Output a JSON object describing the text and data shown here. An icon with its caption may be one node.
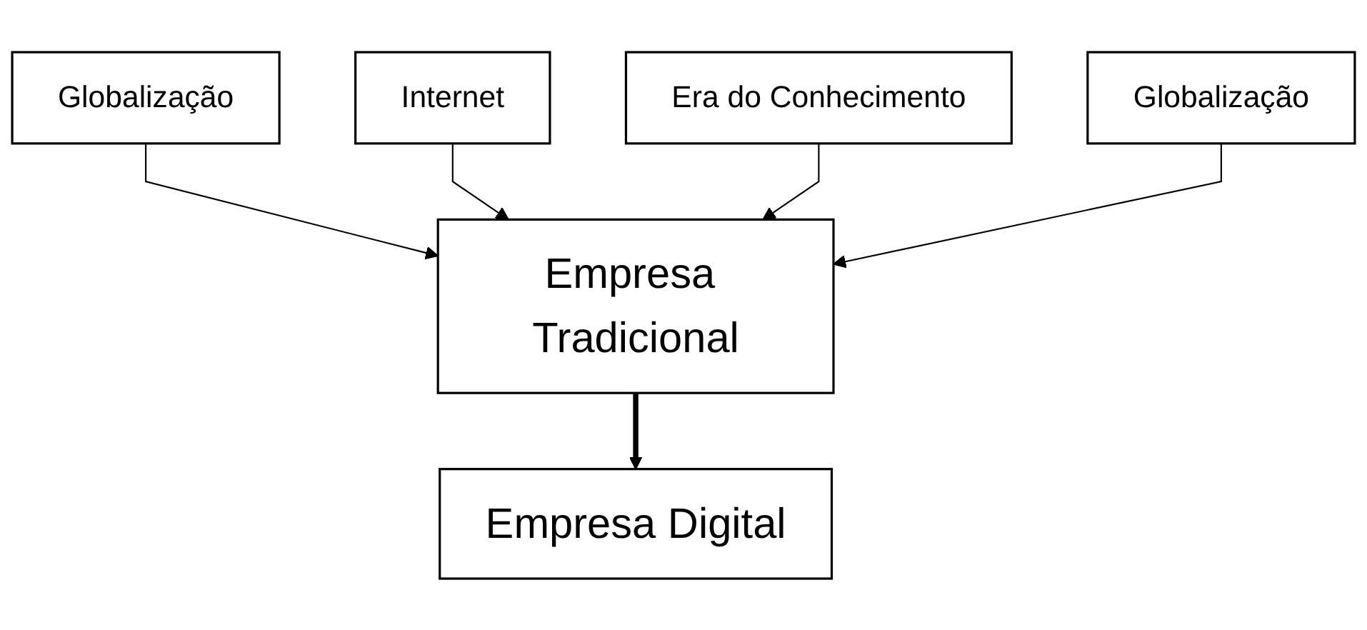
{
  "diagram": {
    "nodes": [
      {
        "text": [
          "Globalização"
        ]
      },
      {
        "text": [
          "Internet"
        ]
      },
      {
        "text": [
          "Era do Conhecimento"
        ]
      },
      {
        "text": [
          "Empresa Tradicional"
        ]
      },
      {
        "text": [
          "Globalização"
        ]
      },
      {
        "text": [
          "Empresa Digital"
        ]
      }
    ],
    "edges": [
      {
        "from": 0,
        "to": 3,
        "arrow": "to"
      },
      {
        "from": 1,
        "to": 3,
        "arrow": "to"
      },
      {
        "from": 2,
        "to": 3,
        "arrow": "to"
      },
      {
        "from": 4,
        "to": 3,
        "arrow": "to"
      },
      {
        "from": 3,
        "to": 5,
        "arrow": "to",
        "style": "thick"
      }
    ]
  }
}
